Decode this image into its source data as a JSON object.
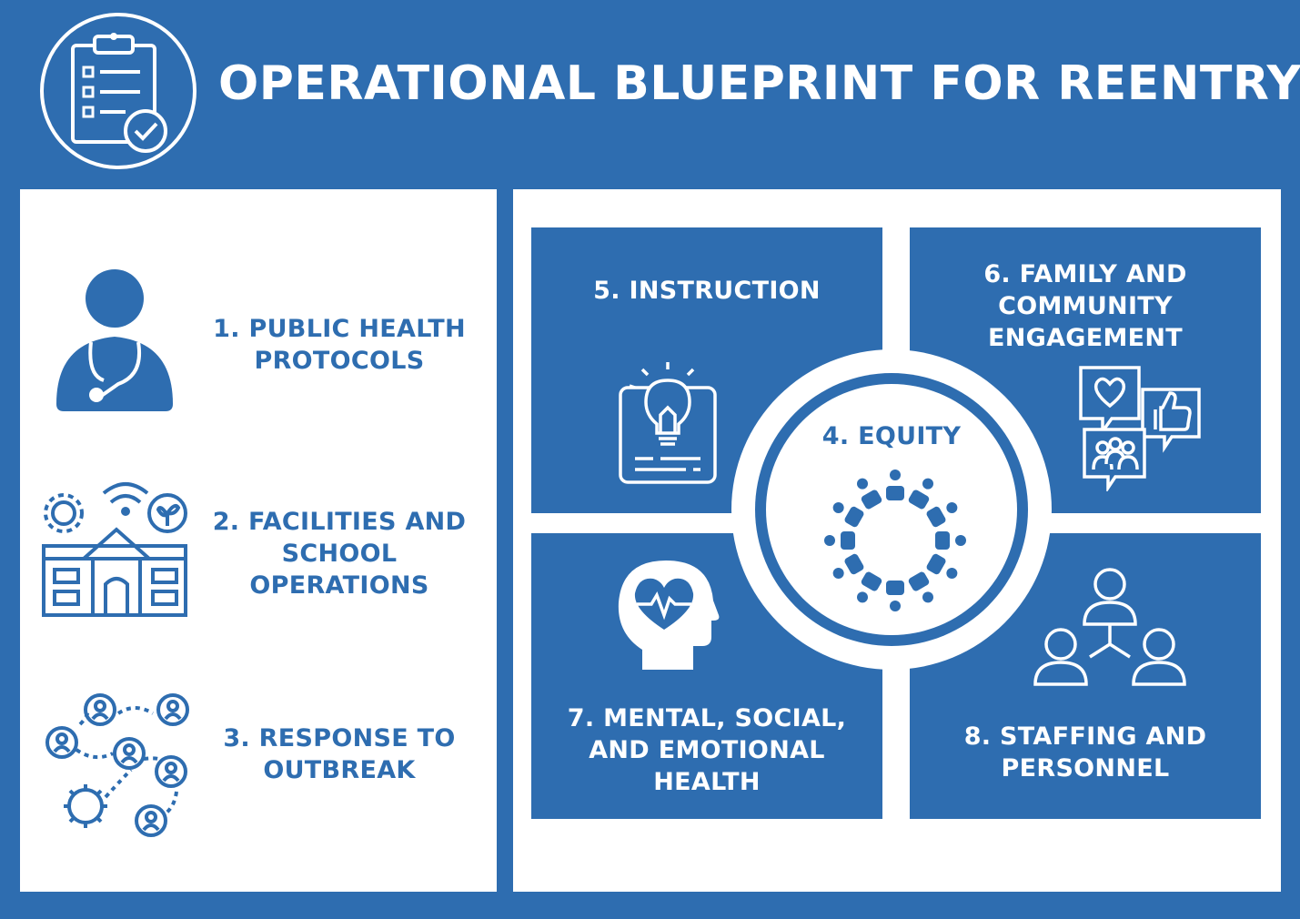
{
  "header": {
    "title": "OPERATIONAL BLUEPRINT FOR REENTRY",
    "logo_icon": "clipboard-check-icon"
  },
  "colors": {
    "primary": "#2e6db0",
    "background": "#ffffff"
  },
  "left_items": [
    {
      "line1": "1. PUBLIC HEALTH",
      "line2": "PROTOCOLS",
      "icon": "doctor-stethoscope-icon"
    },
    {
      "line1": "2. FACILITIES AND",
      "line2": "SCHOOL",
      "line3": "OPERATIONS",
      "icon": "school-building-icon"
    },
    {
      "line1": "3. RESPONSE TO",
      "line2": "OUTBREAK",
      "icon": "virus-network-icon"
    }
  ],
  "quadrants": {
    "instruction": {
      "line1": "5. INSTRUCTION",
      "icon": "lightbulb-document-icon"
    },
    "family": {
      "line1": "6. FAMILY AND",
      "line2": "COMMUNITY",
      "line3": "ENGAGEMENT",
      "icon": "social-feedback-icon"
    },
    "mental": {
      "line1": "7. MENTAL, SOCIAL,",
      "line2": "AND EMOTIONAL",
      "line3": "HEALTH",
      "icon": "head-heart-icon"
    },
    "staffing": {
      "line1": "8. STAFFING AND",
      "line2": "PERSONNEL",
      "icon": "team-hierarchy-icon"
    }
  },
  "center": {
    "label": "4. EQUITY",
    "icon": "people-circle-icon"
  }
}
